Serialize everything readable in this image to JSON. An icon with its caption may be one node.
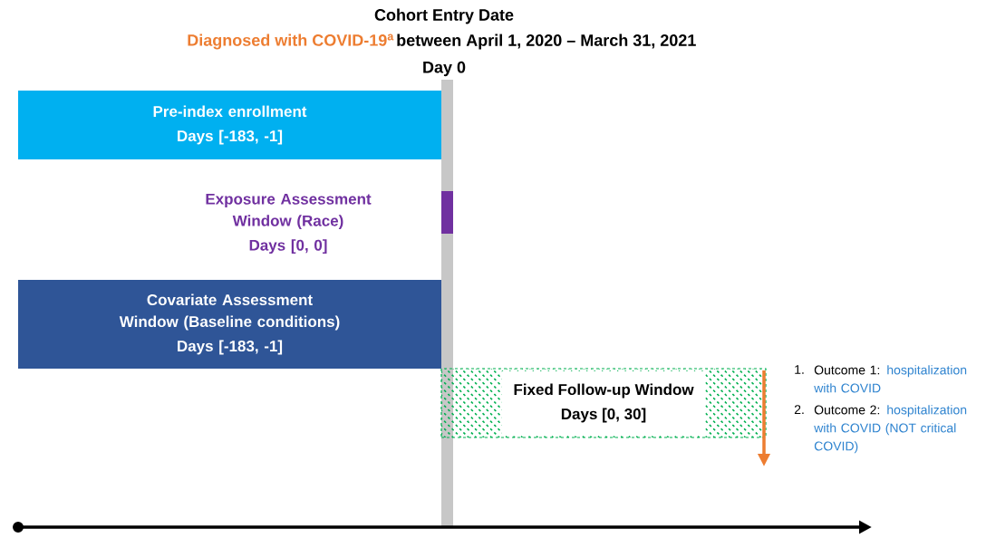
{
  "diagram": {
    "title": "Cohort Entry Date",
    "nodes": [
      {
        "text": [
          "Pre-index enrollment",
          "Days [-183, -1]"
        ]
      },
      {
        "text": [
          "Exposure Assessment Window (Race)",
          "Days [0, 0]"
        ]
      },
      {
        "text": [
          "Covariate Assessment Window (Baseline conditions)",
          "Days [-183, -1]"
        ]
      },
      {
        "text": [
          "Fixed Follow-up Window",
          "Days [0, 30]"
        ]
      }
    ],
    "labels": [
      "Diagnosed with COVID-19$^{a}$",
      "between April 1, 2020 – March 31, 2021",
      "Day 0",
      "1.",
      "Outcome 1:",
      "hospitalization with COVID",
      "2.",
      "Outcome 2:",
      "hospitalization with COVID (NOT critical COVID)"
    ]
  }
}
